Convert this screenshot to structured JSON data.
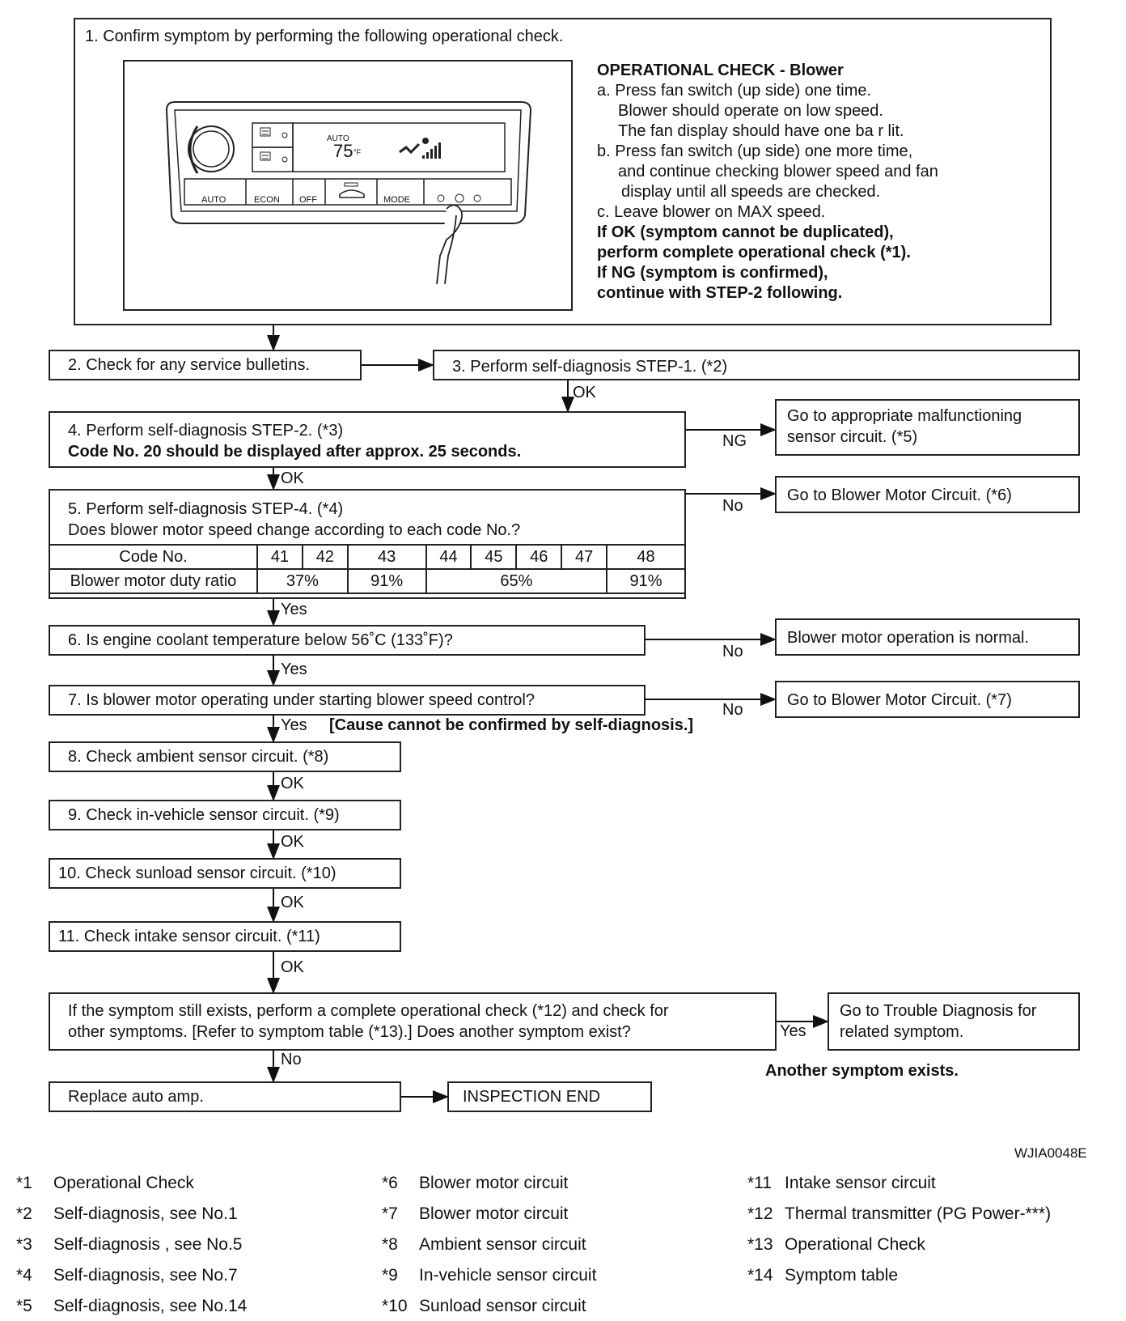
{
  "step1": {
    "title": "1. Confirm symptom by performing the following operational check.",
    "check_title": "OPERATIONAL CHECK - Blower",
    "lines": [
      "a. Press fan switch (up side) one time.",
      "Blower should operate on low speed.",
      "The fan  display  should have one ba r lit.",
      "b. Press fan switch (up side) one more time,",
      "and continue checking blower speed and fan",
      "display  until  all speeds are checked.",
      "c. Leave blower on MAX speed."
    ],
    "bold_lines": [
      "If OK (symptom cannot be duplicated),",
      "perform complete operational check (*1).",
      "If NG (symptom is confirmed),",
      "continue with STEP-2 following."
    ],
    "panel": {
      "auto_small": "AUTO",
      "temp": "75",
      "temp_unit": "°F",
      "buttons": [
        "AUTO",
        "ECON",
        "OFF",
        "",
        "MODE"
      ]
    }
  },
  "step2": "2. Check for any service bulletins.",
  "step3": "3. Perform self-diagnosis STEP-1. (*2)",
  "step4": {
    "line1": "4. Perform self-diagnosis STEP-2. (*3)",
    "line2": "Code No. 20 should be displayed after approx. 25 seconds."
  },
  "step4_ng": {
    "line1": "Go to appropriate malfunctioning",
    "line2": "sensor circuit. (*5)"
  },
  "step5": {
    "line1": "5. Perform self-diagnosis STEP-4. (*4)",
    "line2": "Does blower motor speed change according to each code No.?"
  },
  "code_table": {
    "header_label": "Code No.",
    "codes": [
      "41",
      "42",
      "43",
      "44",
      "45",
      "46",
      "47",
      "48"
    ],
    "row_label": "Blower motor duty ratio",
    "duty": [
      "37%",
      "91%",
      "65%",
      "91%"
    ]
  },
  "step5_no": "Go to Blower Motor Circuit. (*6)",
  "step6": "6. Is engine coolant temperature below 56˚C (133˚F)?",
  "step6_no": "Blower motor operation is normal.",
  "step7": "7. Is blower motor operating under starting blower speed control?",
  "step7_no": "Go to Blower Motor Circuit. (*7)",
  "step7_yes": "[Cause cannot be confirmed by self-diagnosis.]",
  "step8": "8. Check ambient sensor circuit. (*8)",
  "step9": "9. Check in-vehicle sensor circuit. (*9)",
  "step10": "10. Check sunload sensor circuit. (*10)",
  "step11": "11. Check intake sensor circuit. (*11)",
  "step12": {
    "line1": "If the symptom still exists, perform a complete operational check (*12) and check for",
    "line2": "other symptoms. [Refer to symptom table (*13).] Does another symptom exist?"
  },
  "step12_yes": {
    "line1": "Go to Trouble Diagnosis for",
    "line2": "related symptom."
  },
  "another_symptom": "Another symptom exists.",
  "replace": "Replace auto amp.",
  "inspection_end": "INSPECTION END",
  "labels": {
    "ok": "OK",
    "ng": "NG",
    "no": "No",
    "yes": "Yes"
  },
  "figure_id": "WJIA0048E",
  "footnotes": [
    {
      "key": "*1",
      "text": "Operational Check"
    },
    {
      "key": "*2",
      "text": "Self-diagnosis, see No.1"
    },
    {
      "key": "*3",
      "text": "Self-diagnosis  , see No.5"
    },
    {
      "key": "*4",
      "text": "Self-diagnosis, see No.7"
    },
    {
      "key": "*5",
      "text": "Self-diagnosis, see No.14"
    },
    {
      "key": "*6",
      "text": "Blower motor circuit"
    },
    {
      "key": "*7",
      "text": "Blower motor circuit"
    },
    {
      "key": "*8",
      "text": "Ambient sensor circuit"
    },
    {
      "key": "*9",
      "text": "In-vehicle sensor circuit"
    },
    {
      "key": "*10",
      "text": "Sunload sensor circuit"
    },
    {
      "key": "*11",
      "text": "Intake sensor circuit"
    },
    {
      "key": "*12",
      "text": "Thermal transmitter (PG Power-***)"
    },
    {
      "key": "*13",
      "text": "Operational Check"
    },
    {
      "key": "*14",
      "text": "Symptom table"
    }
  ]
}
